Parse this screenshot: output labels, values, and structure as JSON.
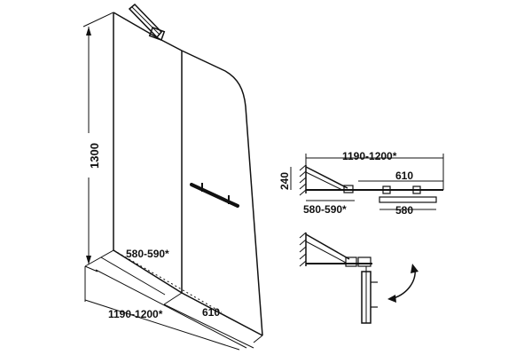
{
  "main_view": {
    "height_label": "1300",
    "depth_label": "580-590*",
    "width_label": "1190-1200*",
    "panel_label": "610"
  },
  "top_view": {
    "width_label": "1190-1200*",
    "wall_offset_label": "240",
    "panel_label": "610",
    "depth_label": "580-590*",
    "base_label": "580"
  },
  "colors": {
    "line": "#111111",
    "background": "#ffffff"
  },
  "icons": [
    "rotation-arrow-icon",
    "wall-hatch-icon"
  ]
}
